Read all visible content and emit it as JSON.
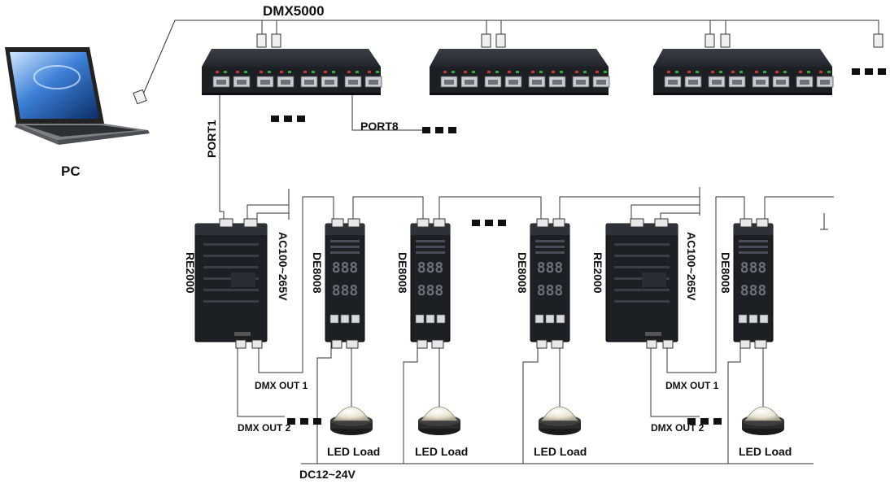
{
  "diagram": {
    "labels": {
      "dmx5000": "DMX5000",
      "pc": "PC",
      "port1": "PORT1",
      "port8": "PORT8",
      "re2000": "RE2000",
      "de8008": "DE8008",
      "ac_voltage": "AC100~265V",
      "dmx_out1": "DMX OUT 1",
      "dmx_out2": "DMX OUT 2",
      "led_load": "LED Load",
      "dc_voltage": "DC12~24V"
    },
    "display_digits": "888",
    "colors": {
      "device_body": "#1c1f24",
      "device_top": "#2d3138",
      "port_face": "#c9ccd1",
      "line": "#333333",
      "led_dome": "#f3efe0",
      "led_base": "#1a1a1a"
    },
    "icons": {
      "laptop": "laptop-icon",
      "more": "ellipsis-icon",
      "led": "led-lamp-icon"
    }
  }
}
